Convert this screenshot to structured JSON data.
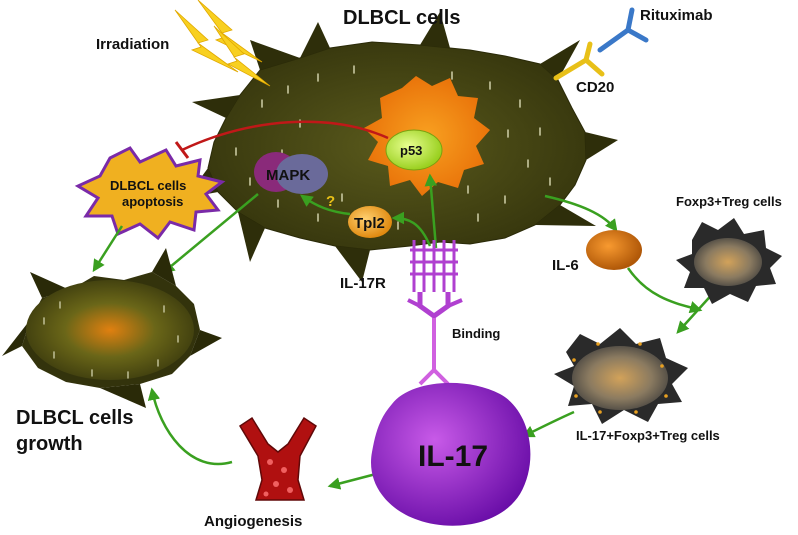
{
  "labels": {
    "main_cell": "DLBCL cells",
    "irradiation": "Irradiation",
    "rituximab": "Rituximab",
    "cd20": "CD20",
    "p53": "p53",
    "mapk": "MAPK",
    "tpl2": "Tpl2",
    "question": "?",
    "apoptosis_line1": "DLBCL cells",
    "apoptosis_line2": "apoptosis",
    "il17r": "IL-17R",
    "binding": "Binding",
    "il6": "IL-6",
    "foxp3_treg": "Foxp3+Treg cells",
    "il17_foxp3_treg": "IL-17+Foxp3+Treg cells",
    "il17": "IL-17",
    "growth_line1": "DLBCL cells",
    "growth_line2": "growth",
    "angiogenesis": "Angiogenesis"
  },
  "colors": {
    "cell_body": "#4a4a14",
    "nucleus": "#f08a10",
    "arrow_green": "#3aa020",
    "inhibit_red": "#c01818",
    "il17": "#8a1ec8",
    "receptor": "#b040d0",
    "apoptosis_fill": "#f0b020",
    "apoptosis_stroke": "#7a2aa8",
    "p53": "#c8f040",
    "mapk": "#7a2a6a",
    "tpl2": "#f0a020",
    "treg": "#2a2a2a",
    "vessel": "#c01010"
  }
}
